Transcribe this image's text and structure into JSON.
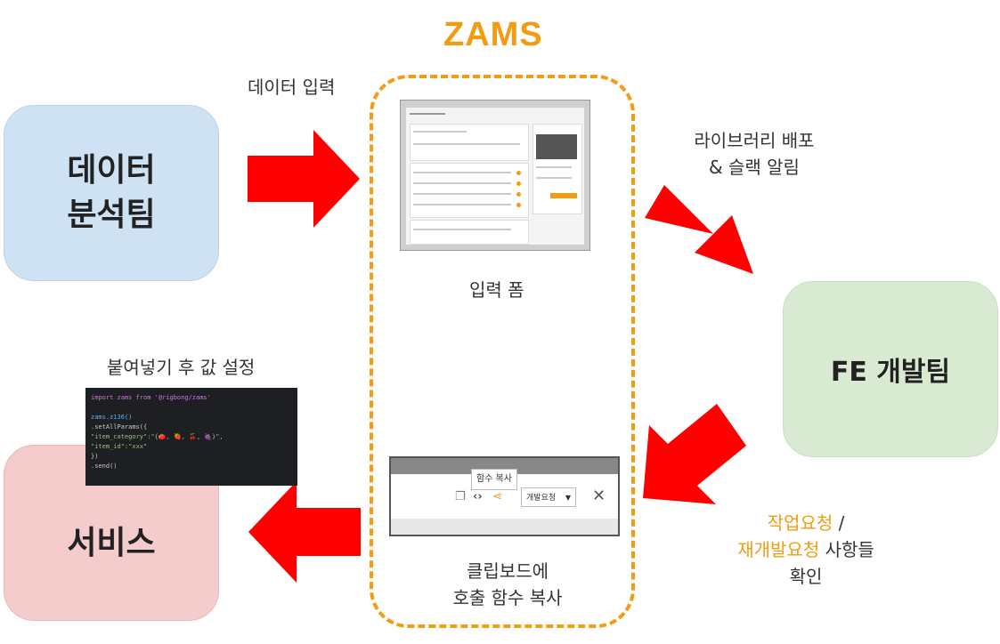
{
  "title": "ZAMS",
  "boxes": {
    "data_team": [
      "데이터",
      "분석팀"
    ],
    "fe_team": "FE 개발팀",
    "service": "서비스"
  },
  "labels": {
    "data_input": "데이터 입력",
    "form": "입력 폼",
    "deploy_line1": "라이브러리 배포",
    "deploy_line2": "& 슬랙 알림",
    "paste": "붙여넣기 후 값 설정",
    "request_line1_a": "작업요청",
    "request_line1_b": " /",
    "request_line2_a": "재개발요청",
    "request_line2_b": " 사항들",
    "request_line3": "확인",
    "clipboard_line1": "클립보드에",
    "clipboard_line2": "호출 함수 복사"
  },
  "code_lines": [
    "import zams from '@rigbong/zams'",
    "",
    "zams.z136()",
    "  .setAllParams({",
    "    \"item_category\":\"{🍅, 🍓, 🍒, 🍇}\",",
    "    \"item_id\":\"xxx\"",
    "  })",
    "  .send()"
  ],
  "clip_ui": {
    "tooltip": "함수 복사",
    "select_value": "개발요청",
    "close": "✕"
  },
  "colors": {
    "accent": "#f39c12",
    "arrow": "#ff0000",
    "data_team_bg": "#cfe2f3",
    "fe_team_bg": "#d9ead3",
    "service_bg": "#f4cccc"
  }
}
